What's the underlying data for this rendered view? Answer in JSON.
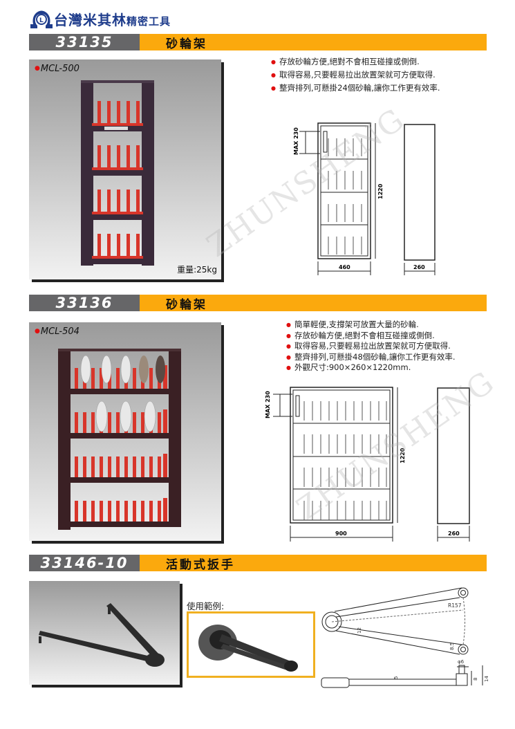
{
  "brand": {
    "logo_icon": "mcl-logo-icon",
    "name_main": "台灣米其林",
    "name_sub": "精密工具"
  },
  "watermark": "ZHUNSHENG",
  "sections": [
    {
      "code": "33135",
      "title": "砂輪架",
      "model": "MCL-500",
      "weight": "重量:25kg",
      "bullets": [
        "存放砂輪方便,絕對不會相互碰撞或側倒.",
        "取得容易,只要輕易拉出放置架就可方便取得.",
        "整齊排列,可懸掛24個砂輪,讓你工作更有效率."
      ],
      "drawing": {
        "max_label": "MAX 230",
        "height": "1220",
        "width": "460",
        "depth": "260"
      }
    },
    {
      "code": "33136",
      "title": "砂輪架",
      "model": "MCL-504",
      "bullets": [
        "簡單輕便,支撐架可放置大量的砂輪.",
        "存放砂輪方便,絕對不會相互碰撞或側倒.",
        "取得容易,只要輕易拉出放置架就可方便取得.",
        "整齊排列,可懸掛48個砂輪,讓你工作更有效率.",
        "外觀尺寸:900×260×1220mm."
      ],
      "drawing": {
        "max_label": "MAX 230",
        "height": "1220",
        "width": "900",
        "depth": "260"
      }
    },
    {
      "code": "33146-10",
      "title": "活動式扳手",
      "usage_label": "使用範例:",
      "drawing": {
        "radius": "R157",
        "arm_width": "12",
        "tip": "8.5",
        "thickness": "5",
        "pin_dia": "φ6",
        "pin_h": "8",
        "total_h": "14"
      }
    }
  ],
  "colors": {
    "code_bar": "#666668",
    "title_bar": "#fba90d",
    "brand": "#1f3d8c",
    "bullet": "#e01010",
    "rack_frame": "#3a2a3a",
    "rack_holder": "#d8352a"
  }
}
